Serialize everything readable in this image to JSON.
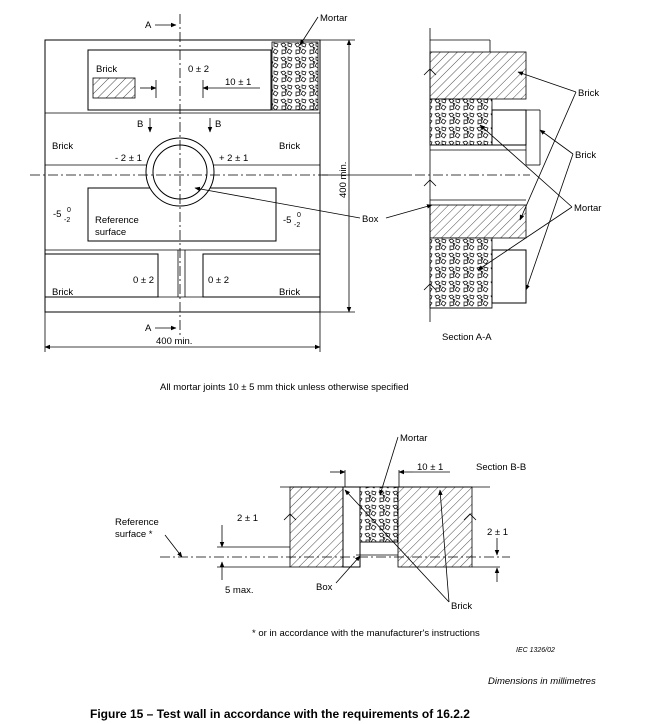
{
  "front_view": {
    "section_marker": "A",
    "mortar": "Mortar",
    "brick_top": "Brick",
    "brick_left": "Brick",
    "brick_right": "Brick",
    "brick_bl": "Brick",
    "brick_br": "Brick",
    "zero_pm2_top": "0 ± 2",
    "ten_pm1": "10 ± 1",
    "b_marker": "B",
    "minus2_pm1": "- 2 ± 1",
    "plus2_pm1": "+ 2 ± 1",
    "minus5": "-5",
    "tol_upper": "0",
    "tol_lower": "-2",
    "ref_surface_1": "Reference",
    "ref_surface_2": "surface",
    "zero_pm2_bl": "0 ± 2",
    "zero_pm2_br": "0 ± 2",
    "width_dim": "400 min.",
    "height_dim": "400 min.",
    "box": "Box"
  },
  "section_aa": {
    "title": "Section A-A",
    "brick": "Brick",
    "brick2": "Brick",
    "mortar": "Mortar"
  },
  "note_mortar": "All mortar joints 10 ± 5 mm thick unless otherwise specified",
  "section_bb": {
    "title": "Section B-B",
    "mortar": "Mortar",
    "ten_pm1": "10 ± 1",
    "ref_1": "Reference",
    "ref_2": "surface *",
    "two_pm1_left": "2 ± 1",
    "two_pm1_right": "2 ± 1",
    "five_max": "5 max.",
    "box": "Box",
    "brick": "Brick"
  },
  "footnote": "* or in accordance with the manufacturer's instructions",
  "iec_ref": "IEC  1326/02",
  "units_note": "Dimensions in millimetres",
  "caption": "Figure 15 – Test wall in accordance with the requirements of 16.2.2"
}
